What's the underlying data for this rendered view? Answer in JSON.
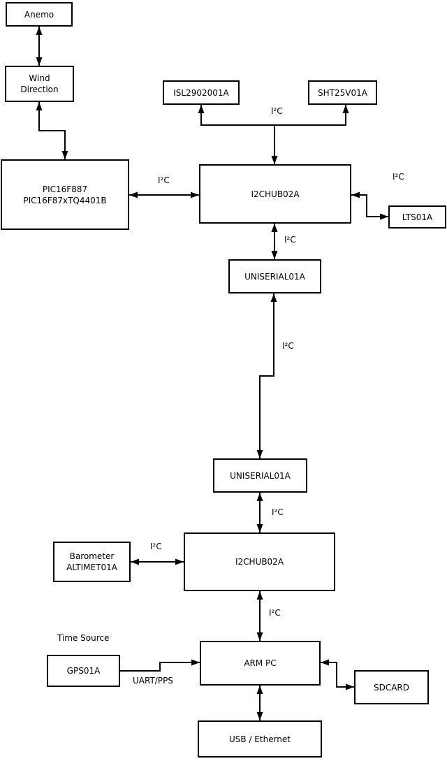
{
  "diagram": {
    "type": "block-diagram",
    "colors": {
      "line": "#000000",
      "background": "#ffffff",
      "box_fill": "#ffffff"
    },
    "nodes": {
      "anemo": {
        "label": "Anemo"
      },
      "wind_direction": {
        "line1": "Wind",
        "line2": "Direction"
      },
      "pic": {
        "line1": "PIC16F887",
        "line2": "PIC16F87xTQ4401B"
      },
      "isl2902001a": {
        "label": "ISL2902001A"
      },
      "sht25v01a": {
        "label": "SHT25V01A"
      },
      "i2chub_1": {
        "label": "I2CHUB02A"
      },
      "lts01a": {
        "label": "LTS01A"
      },
      "uniserial_1": {
        "label": "UNISERIAL01A"
      },
      "uniserial_2": {
        "label": "UNISERIAL01A"
      },
      "i2chub_2": {
        "label": "I2CHUB02A"
      },
      "barometer": {
        "line1": "Barometer",
        "line2": "ALTIMET01A"
      },
      "gps01a": {
        "label": "GPS01A"
      },
      "arm_pc": {
        "label": "ARM PC"
      },
      "sdcard": {
        "label": "SDCARD"
      },
      "usb_ethernet": {
        "label": "USB / Ethernet"
      }
    },
    "edges": [
      {
        "from": "anemo",
        "to": "wind_direction",
        "dir": "both",
        "label": ""
      },
      {
        "from": "wind_direction",
        "to": "pic",
        "dir": "both",
        "label": ""
      },
      {
        "from": "pic",
        "to": "i2chub_1",
        "dir": "both",
        "label": "I²C"
      },
      {
        "from": "i2chub_1",
        "to": "isl2902001a",
        "dir": "both",
        "label": "I²C"
      },
      {
        "from": "i2chub_1",
        "to": "sht25v01a",
        "dir": "both",
        "label": "I²C"
      },
      {
        "from": "i2chub_1",
        "to": "lts01a",
        "dir": "both",
        "label": "I²C"
      },
      {
        "from": "i2chub_1",
        "to": "uniserial_1",
        "dir": "both",
        "label": "I²C"
      },
      {
        "from": "uniserial_2",
        "to": "uniserial_1",
        "dir": "both",
        "label": "I²C"
      },
      {
        "from": "uniserial_2",
        "to": "i2chub_2",
        "dir": "both",
        "label": "I²C"
      },
      {
        "from": "barometer",
        "to": "i2chub_2",
        "dir": "both",
        "label": "I²C"
      },
      {
        "from": "i2chub_2",
        "to": "arm_pc",
        "dir": "both",
        "label": "I²C"
      },
      {
        "from": "gps01a",
        "to": "arm_pc",
        "dir": "out",
        "label": "UART/PPS"
      },
      {
        "from": "arm_pc",
        "to": "sdcard",
        "dir": "both",
        "label": ""
      },
      {
        "from": "arm_pc",
        "to": "usb_ethernet",
        "dir": "both",
        "label": ""
      }
    ],
    "annotations": {
      "time_source": "Time Source"
    }
  }
}
